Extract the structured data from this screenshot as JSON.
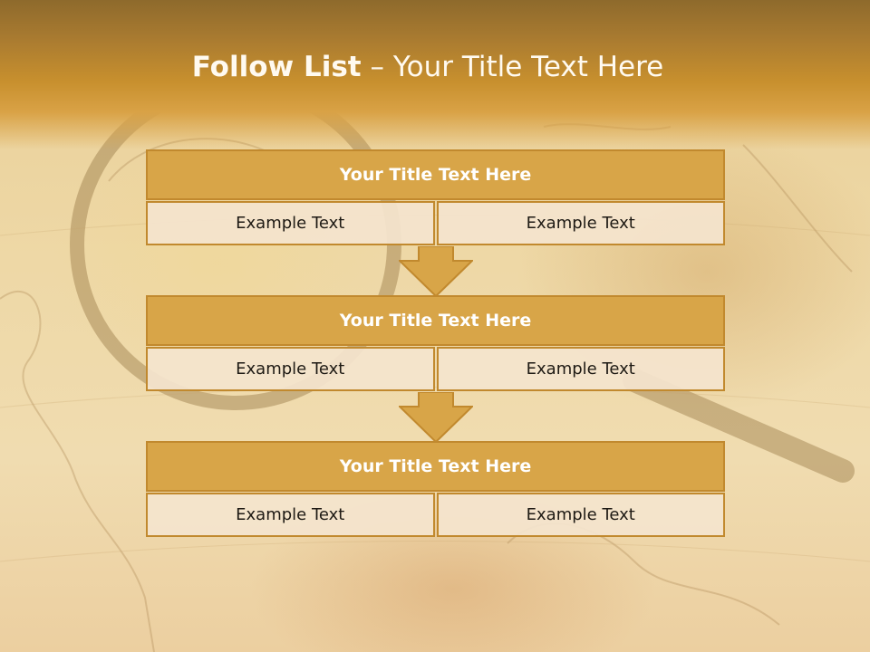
{
  "slide": {
    "title_strong": "Follow List",
    "title_rest": " – Your Title Text Here"
  },
  "steps": [
    {
      "title": "Your Title Text Here",
      "left": "Example Text",
      "right": "Example Text"
    },
    {
      "title": "Your Title Text Here",
      "left": "Example Text",
      "right": "Example Text"
    },
    {
      "title": "Your Title Text Here",
      "left": "Example Text",
      "right": "Example Text"
    }
  ],
  "colors": {
    "header": "#c8902e",
    "box_fill": "#d8a548",
    "box_border": "#c1892e",
    "cell_fill": "#f4e4ce"
  }
}
